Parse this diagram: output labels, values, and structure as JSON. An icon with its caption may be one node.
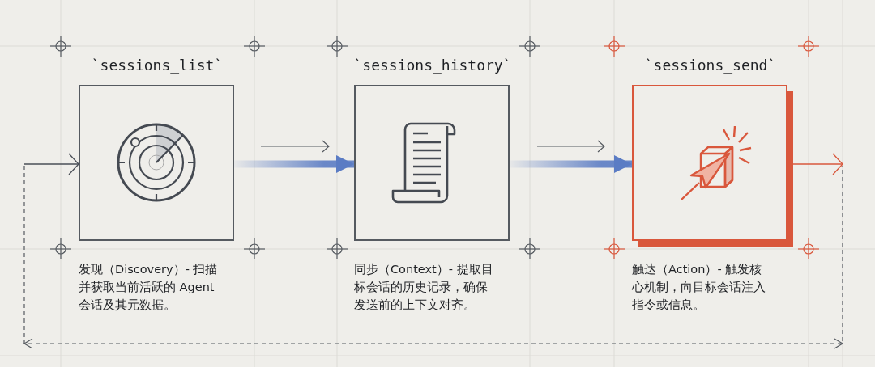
{
  "diagram": {
    "nodes": [
      {
        "text": [
          "`sessions_list`"
        ],
        "beside": [
          "发现（Discovery）- 扫描并获取当前活跃的 Agent 会话及其元数据。"
        ]
      },
      {
        "text": [
          "`sessions_history`"
        ],
        "beside": [
          "同步（Context）- 提取目标会话的历史记录，确保发送前的上下文对齐。"
        ]
      },
      {
        "text": [
          "`sessions_send`"
        ],
        "beside": [
          "触达（Action）- 触发核心机制，向目标会话注入指令或信息。"
        ]
      }
    ],
    "edges": [
      {
        "from": null,
        "to": 0,
        "arrow": "to",
        "color": "#4a4f57"
      },
      {
        "from": 0,
        "to": 1,
        "arrow": "to",
        "style": "thick",
        "color": "#5b7cc4"
      },
      {
        "from": 1,
        "to": 2,
        "arrow": "to",
        "style": "thick",
        "color": "#5b7cc4"
      },
      {
        "from": 2,
        "to": null,
        "arrow": "to",
        "color": "#d9573c"
      }
    ]
  }
}
